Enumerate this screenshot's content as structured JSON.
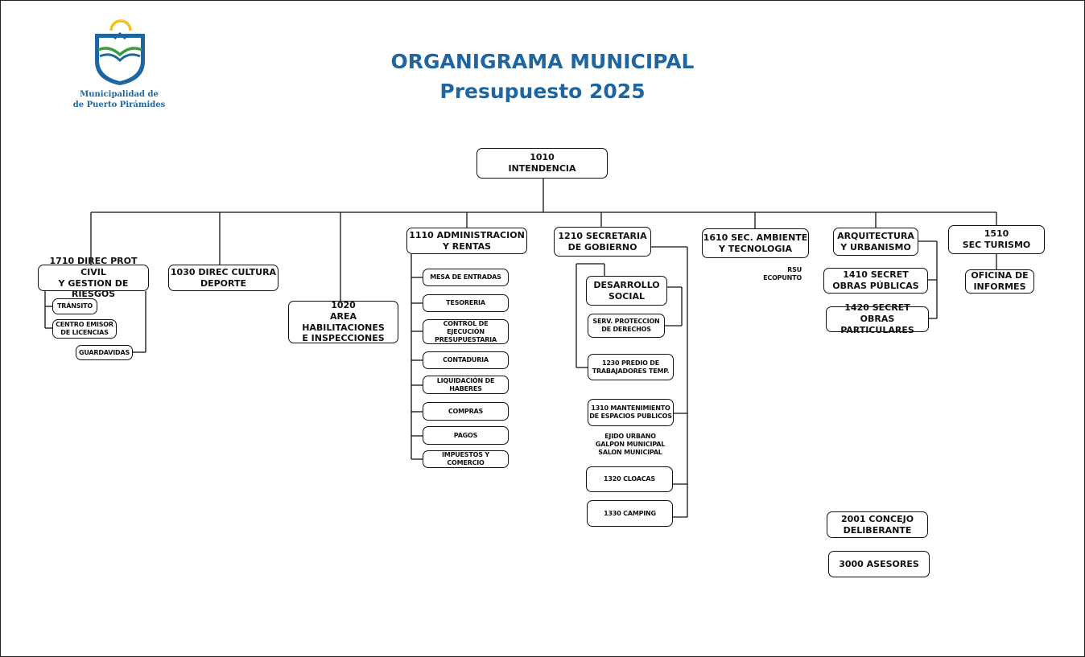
{
  "header": {
    "title_line1": "ORGANIGRAMA MUNICIPAL",
    "title_line2": "Presupuesto 2025",
    "logo_text": "Municipalidad de\nde Puerto Pirámides",
    "logo_icon": "municipal-shield-icon"
  },
  "colors": {
    "title": "#1f66a1",
    "logo_gold": "#f2c21b",
    "logo_green": "#3a9c3b",
    "logo_blue": "#1f66a1",
    "line": "#111111"
  },
  "nodes": {
    "intendencia": "1010\nINTENDENCIA",
    "prot_civil": "1710 DIREC PROT CIVIL\nY GESTION DE RIESGOS",
    "transito": "TRÁNSITO",
    "centro_emisor": "CENTRO EMISOR\nDE LICENCIAS",
    "guardavidas": "GUARDAVIDAS",
    "cultura": "1030 DIREC CULTURA\nDEPORTE",
    "habilitaciones": "1020\nAREA HABILITACIONES\nE INSPECCIONES",
    "administracion": "1110 ADMINISTRACION\nY RENTAS",
    "mesa_entradas": "MESA DE ENTRADAS",
    "tesoreria": "TESORERIA",
    "control_ejecucion": "CONTROL DE EJECUCIÓN\nPRESUPUESTARIA",
    "contaduria": "CONTADURIA",
    "liquidacion": "LIQUIDACIÓN DE HABERES",
    "compras": "COMPRAS",
    "pagos": "PAGOS",
    "impuestos": "IMPUESTOS Y COMERCIO",
    "gobierno": "1210 SECRETARIA\nDE GOBIERNO",
    "desarrollo_social": "DESARROLLO\nSOCIAL",
    "serv_proteccion": "SERV. PROTECCION\nDE DERECHOS",
    "predio": "1230 PREDIO DE\nTRABAJADORES TEMP.",
    "mantenimiento": "1310 MANTENIMIENTO\nDE ESPACIOS PUBLICOS",
    "mantenimiento_notes": "EJIDO URBANO\nGALPON MUNICIPAL\nSALON MUNICIPAL",
    "cloacas": "1320 CLOACAS",
    "camping": "1330 CAMPING",
    "ambiente": "1610 SEC. AMBIENTE\nY TECNOLOGIA",
    "ambiente_notes": "RSU\nECOPUNTO",
    "arquitectura": "ARQUITECTURA\nY URBANISMO",
    "obras_publicas": "1410 SECRET\nOBRAS PÚBLICAS",
    "obras_particulares": "1420 SECRET\nOBRAS PARTICULARES",
    "turismo": "1510\nSEC TURISMO",
    "oficina_informes": "OFICINA DE\nINFORMES",
    "concejo": "2001 CONCEJO\nDELIBERANTE",
    "asesores": "3000 ASESORES"
  }
}
